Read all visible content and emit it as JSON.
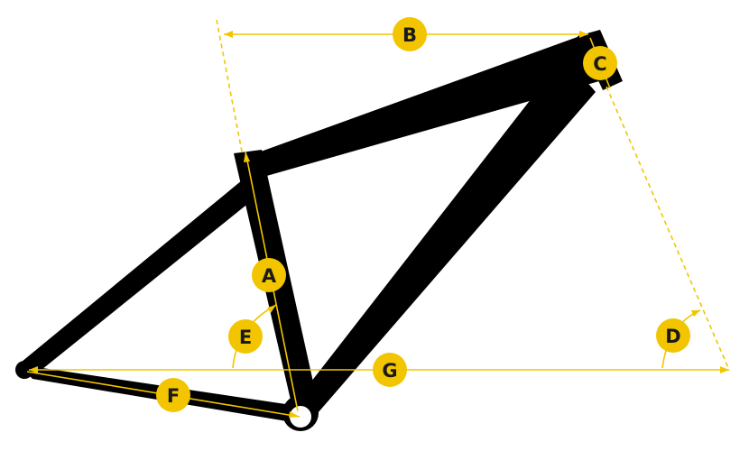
{
  "colors": {
    "frame": "#000000",
    "accent": "#f2c500",
    "badge_text": "#1a1a1a"
  },
  "labels": {
    "a": "A",
    "b": "B",
    "c": "C",
    "d": "D",
    "e": "E",
    "f": "F",
    "g": "G"
  }
}
